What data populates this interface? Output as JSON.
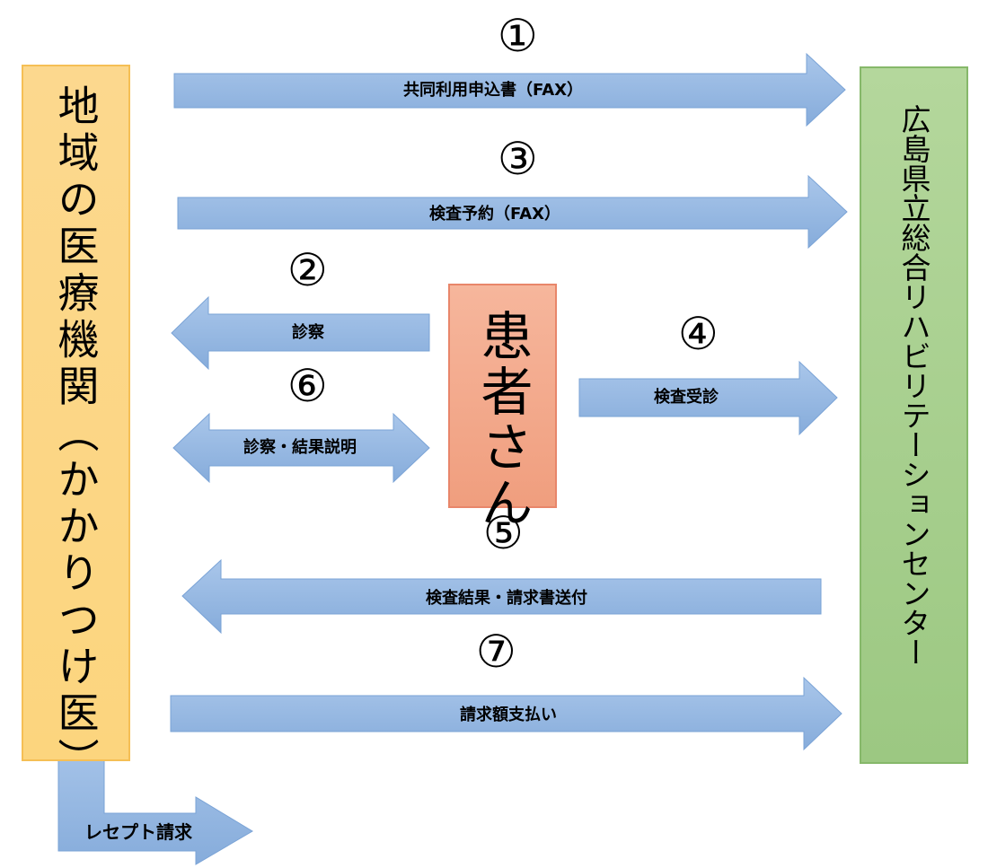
{
  "boxes": {
    "clinic": "地域の医療機関（かかりつけ医）",
    "center": "広島県立総合リハビリテーションセンター",
    "patient": "患者さん"
  },
  "steps": {
    "s1": {
      "number": "①",
      "label": "共同利用申込書（FAX）"
    },
    "s2": {
      "number": "②",
      "label": "診察"
    },
    "s3": {
      "number": "③",
      "label": "検査予約（FAX）"
    },
    "s4": {
      "number": "④",
      "label": "検査受診"
    },
    "s5": {
      "number": "⑤",
      "label": "検査結果・請求書送付"
    },
    "s6": {
      "number": "⑥",
      "label": "診察・結果説明"
    },
    "s7": {
      "number": "⑦",
      "label": "請求額支払い"
    }
  },
  "receipt": {
    "label": "レセプト請求"
  },
  "colors": {
    "arrow_fill": "#8fb4e0",
    "arrow_stroke": "#7aa3d6",
    "clinic_fill": "#fcd57e",
    "center_fill": "#a8d08d",
    "patient_fill": "#f4a98c"
  }
}
